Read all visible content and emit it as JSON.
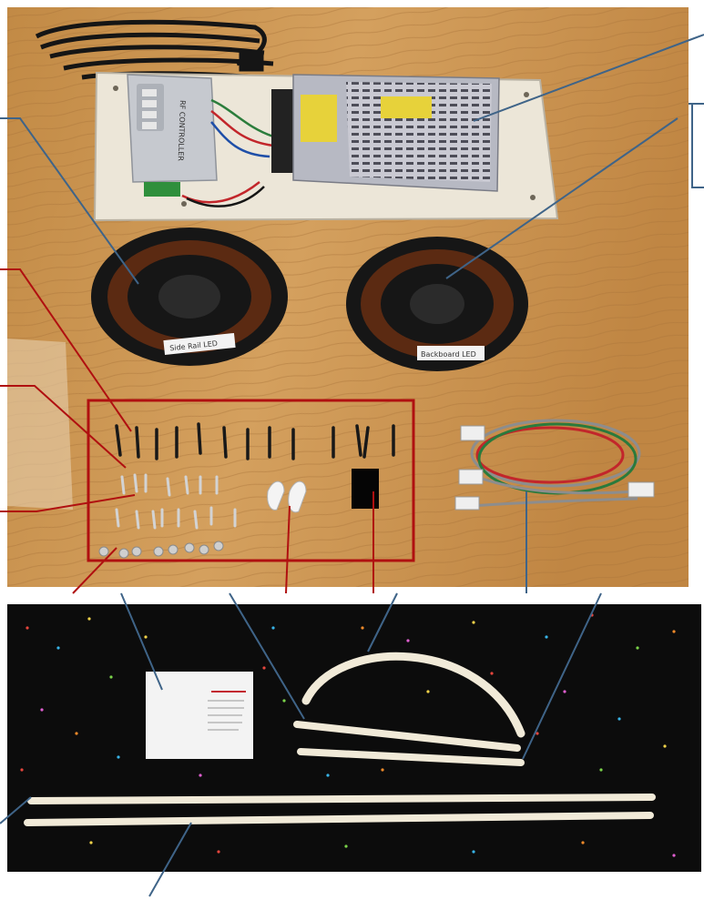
{
  "photo": {
    "reel_label_left": "Side Rail LED",
    "reel_label_right": "Backboard LED",
    "controller_label": "RF CONTROLLER"
  },
  "colors": {
    "table_wood": "#c9954f",
    "carpet": "#0c0c0c",
    "callout_red": "#b01010",
    "callout_blue": "#3f6488",
    "trim_plastic": "#f1ead8"
  }
}
